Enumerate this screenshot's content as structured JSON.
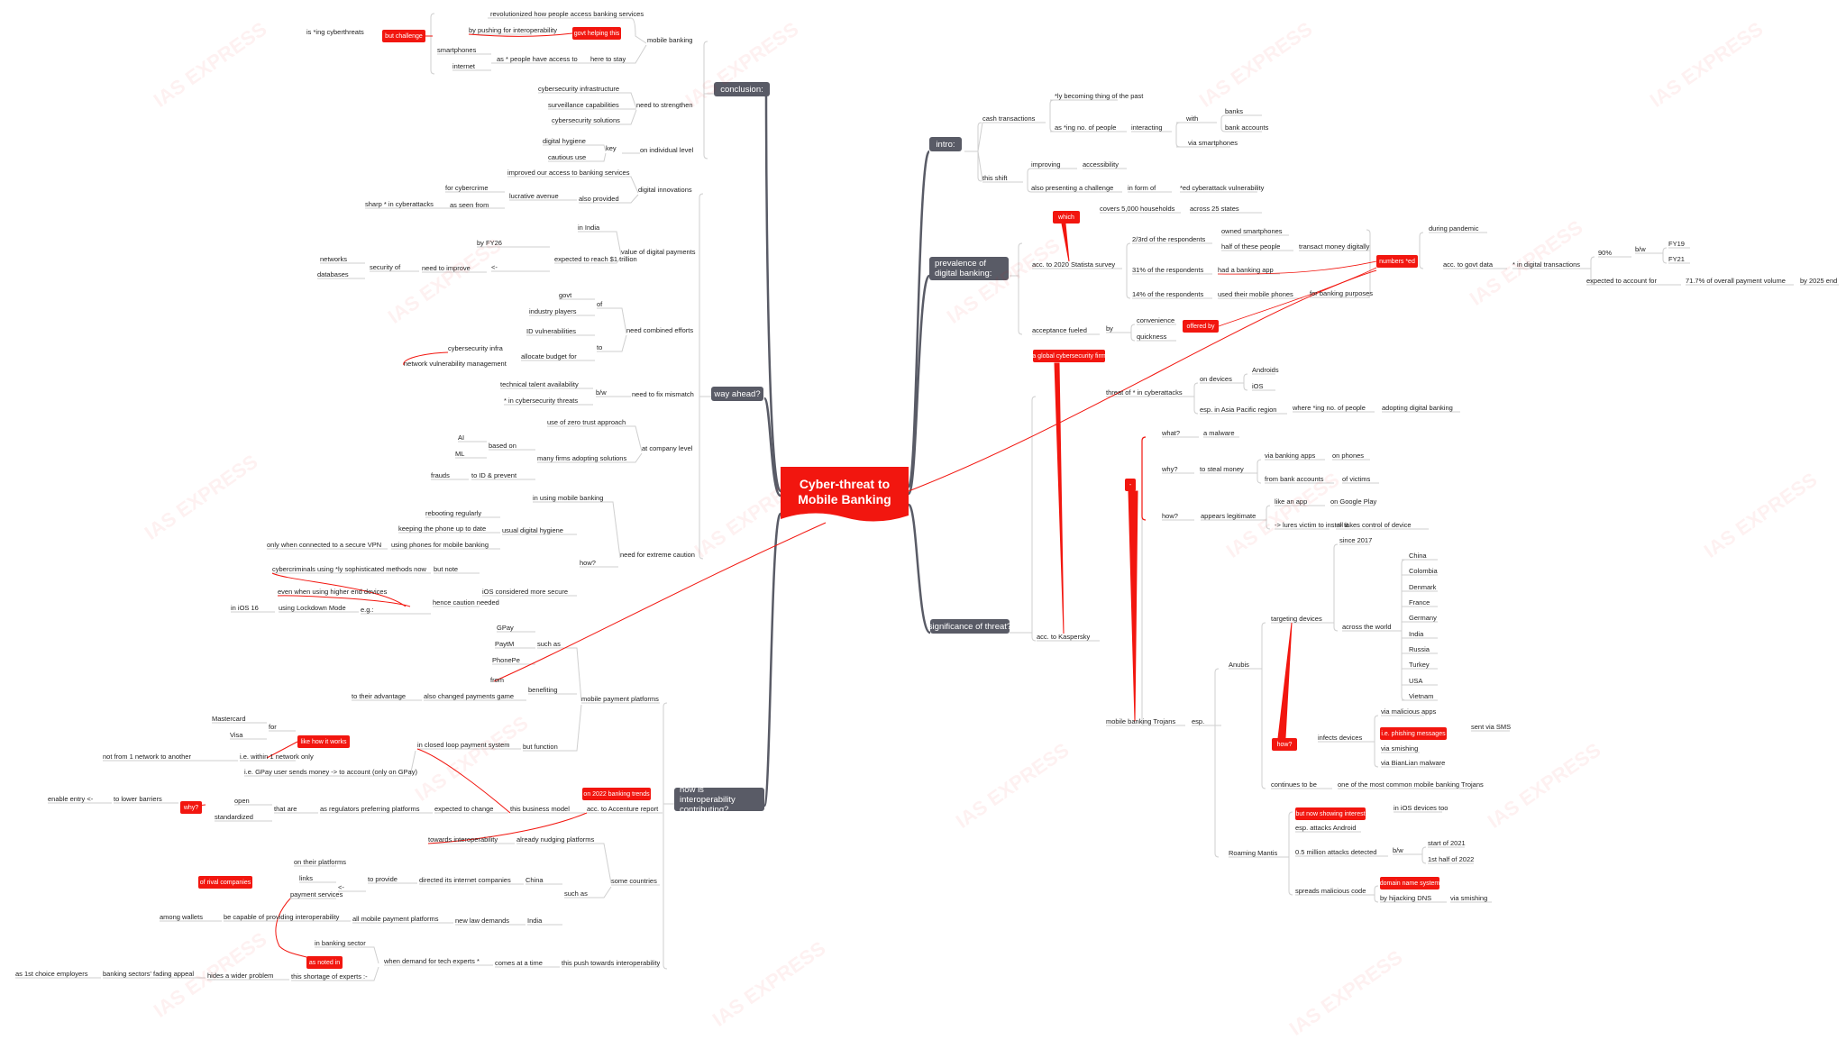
{
  "root": "Cyber-threat to\nMobile Banking",
  "watermark": "IAS EXPRESS",
  "colors": {
    "branch": "#595b66",
    "highlight": "#f2160f",
    "line": "#cfcfcf",
    "text": "#222222"
  },
  "nodes": {
    "r_conclusion": "conclusion:",
    "r_way_ahead": "way ahead?",
    "r_interop": "how is interoperability contributing?",
    "r_intro": "intro:",
    "r_prevalence": "prevalence of digital banking:",
    "r_significance": "significance of threat?",
    "c_mobile_banking": "mobile banking",
    "c_revolutionized": "revolutionized how people access banking services",
    "c_pushing": "by pushing for interoperability",
    "c_govt_helping": "govt helping this",
    "c_here_to_stay": "here to stay",
    "c_as_people": "as * people have access to",
    "c_smartphones": "smartphones",
    "c_internet": "internet",
    "c_but_challenge": "but challenge",
    "c_ing_cyber": "is *ing cyberthreats",
    "c_need_strengthen": "need to strengthen",
    "c_cyber_infra": "cybersecurity infrastructure",
    "c_surveillance": "surveillance capabilities",
    "c_cyber_solutions": "cybersecurity solutions",
    "c_on_individual": "on individual level",
    "c_key": "key",
    "c_digital_hygiene": "digital hygiene",
    "c_cautious": "cautious use",
    "w_digital_innov": "digital innovations",
    "w_improved_access": "improved our access to banking services",
    "w_also_provided": "also provided",
    "w_lucrative": "lucrative avenue",
    "w_for_cybercrime": "for cybercrime",
    "w_as_seen_from": "as seen from",
    "w_sharp": "sharp * in cyberattacks",
    "w_value_digital": "value of digital payments",
    "w_in_india": "in India",
    "w_expected": "expected to reach $1 trillion",
    "w_by_fy26": "by FY26",
    "w_arrow1": "<-",
    "w_need_improve": "need to improve",
    "w_security_of": "security of",
    "w_networks": "networks",
    "w_databases": "databases",
    "w_need_combined": "need combined efforts",
    "w_of": "of",
    "w_govt": "govt",
    "w_industry": "industry players",
    "w_to": "to",
    "w_id_vuln": "ID vulnerabilities",
    "w_allocate": "allocate budget for",
    "w_cyber_infra": "cybersecurity infra",
    "w_network_vuln": "network vulnerability management",
    "w_need_fix": "need to fix mismatch",
    "w_bw": "b/w",
    "w_tech_talent": "technical talent availability",
    "w_in_cyber_threats": "* in cybersecurity threats",
    "w_at_company": "at company level",
    "w_zero_trust": "use of zero trust approach",
    "w_many_firms": "many firms adopting solutions",
    "w_based_on": "based on",
    "w_ai": "AI",
    "w_ml": "ML",
    "w_to_id": "to ID & prevent",
    "w_frauds": "frauds",
    "w_need_extreme": "need for extreme caution",
    "w_in_using": "in using mobile banking",
    "w_how": "how?",
    "w_usual_hygiene": "usual digital hygiene",
    "w_rebooting": "rebooting regularly",
    "w_keeping": "keeping the phone up to date",
    "w_using_phones": "using phones for mobile banking",
    "w_only_vpn": "only when connected to a secure VPN",
    "w_ios_secure": "iOS considered more secure",
    "w_but_note": "but note",
    "w_cybercriminals": "cybercriminals using *ly sophisticated methods now",
    "w_hence_caution": "hence caution needed",
    "w_even_higher": "even when using higher end devices",
    "w_eg": "e.g.:",
    "w_lockdown": "using Lockdown Mode",
    "w_ios16": "in iOS 16",
    "i_mobile_pay": "mobile payment platforms",
    "i_such_as": "such as",
    "i_gpay": "GPay",
    "i_paytm": "PaytM",
    "i_phonepe": "PhonePe",
    "i_from": "from",
    "i_benefiting": "benefiting",
    "i_changed_game": "also changed payments game",
    "i_to_advantage": "to their advantage",
    "i_but_function": "but function",
    "i_closed_loop": "in closed loop payment system",
    "i_like_how": "like how it works",
    "i_for": "for",
    "i_mastercard": "Mastercard",
    "i_visa": "Visa",
    "i_within_1": "i.e. within 1 network only",
    "i_not_from": "not from 1 network to another",
    "i_ie_gpay": "i.e. GPay user sends money -> to account (only on GPay)",
    "i_acc_accenture": "acc. to Accenture report",
    "i_on_2022": "on 2022 banking trends",
    "i_this_model": "this business model",
    "i_expected_change": "expected to change",
    "i_as_regulators": "as regulators preferring platforms",
    "i_that_are": "that are",
    "i_open": "open",
    "i_standardized": "standardized",
    "i_why": "why?",
    "i_to_lower": "to lower barriers",
    "i_enable_entry": "enable entry <-",
    "i_some_countries": "some countries",
    "i_already_nudging": "already nudging platforms",
    "i_towards_interop": "towards interoperability",
    "i_such_as2": "such as",
    "i_china": "China",
    "i_directed": "directed its internet companies",
    "i_to_provide": "to provide",
    "i_arrow2": "<-",
    "i_on_platforms": "on their platforms",
    "i_links": "links",
    "i_payment_services": "payment services",
    "i_of_rival": "of rival companies",
    "i_india": "India",
    "i_new_law": "new law demands",
    "i_all_mobile": "all mobile payment platforms",
    "i_be_capable": "be capable of providing interoperability",
    "i_among_wallets": "among wallets",
    "i_this_push": "this push towards interoperability",
    "i_comes_at": "comes at a time",
    "i_when_demand": "when demand for tech experts *",
    "i_in_banking_sector": "in banking sector",
    "i_shortage": "this shortage of experts :-",
    "i_as_noted": "as noted in",
    "i_hides_wider": "hides a wider problem",
    "i_fading": "banking sectors' fading appeal",
    "i_as_1st": "as 1st choice employers",
    "n_cash": "cash transactions",
    "n_becoming": "*ly becoming thing of the past",
    "n_as_ing_people": "as *ing no. of people",
    "n_interacting": "interacting",
    "n_with": "with",
    "n_banks": "banks",
    "n_bank_accounts": "bank accounts",
    "n_via_smartphones": "via smartphones",
    "n_this_shift": "this shift",
    "n_improving": "improving",
    "n_accessibility": "accessibility",
    "n_also_challenge": "also presenting a challenge",
    "n_in_form": "in form of",
    "n_ed_cyberattack": "*ed cyberattack vulnerability",
    "p_acc_statista": "acc. to 2020 Statista survey",
    "p_which": "which",
    "p_covers": "covers 5,000 households",
    "p_across_25": "across 25 states",
    "p_two_thirds": "2/3rd of the respondents",
    "p_owned": "owned smartphones",
    "p_half": "half of these people",
    "p_transact": "transact money digitally",
    "p_31": "31% of the respondents",
    "p_had_app": "had a banking app",
    "p_14": "14% of the respondents",
    "p_used_phones": "used their mobile phones",
    "p_for_banking": "for banking purposes",
    "p_numbers_ed": "numbers *ed",
    "p_during_pandemic": "during pandemic",
    "p_acc_govt": "acc. to govt data",
    "p_in_digital_tx": "* in digital transactions",
    "p_90": "90%",
    "p_bw": "b/w",
    "p_fy19": "FY19",
    "p_fy21": "FY21",
    "p_expected_account": "expected to account for",
    "p_71_7": "71.7% of overall payment volume",
    "p_by_2025": "by 2025 end",
    "p_acceptance": "acceptance fueled",
    "p_by": "by",
    "p_convenience": "convenience",
    "p_quickness": "quickness",
    "p_offered_by": "offered by",
    "s_acc_kaspersky": "acc. to Kaspersky",
    "s_global_firm": "a global cybersecurity firm",
    "s_threat_of": "threat of * in cyberattacks",
    "s_on_devices": "on devices",
    "s_androids": "Androids",
    "s_ios": "iOS",
    "s_esp_apac": "esp. in Asia Pacific region",
    "s_where_ing": "where *ing no. of people",
    "s_adopting": "adopting digital banking",
    "s_dash": "-",
    "s_what": "what?",
    "s_malware": "a malware",
    "s_why": "why?",
    "s_to_steal": "to steal money",
    "s_via_apps": "via banking apps",
    "s_on_phones": "on phones",
    "s_from_accounts": "from bank accounts",
    "s_of_victims": "of victims",
    "s_how": "how?",
    "s_appears": "appears legitimate",
    "s_like_app": "like an app",
    "s_on_google": "on Google Play",
    "s_lures": "-> lures victim to install it",
    "s_takes_control": "-> takes control of device",
    "s_trojans": "mobile banking Trojans",
    "s_esp": "esp.",
    "s_anubis": "Anubis",
    "s_targeting": "targeting devices",
    "s_since_2017": "since 2017",
    "s_across_world": "across the world",
    "s_c1": "China",
    "s_c2": "Colombia",
    "s_c3": "Denmark",
    "s_c4": "France",
    "s_c5": "Germany",
    "s_c6": "India",
    "s_c7": "Russia",
    "s_c8": "Turkey",
    "s_c9": "USA",
    "s_c10": "Vietnam",
    "s_how2": "how?",
    "s_infects": "infects devices",
    "s_via_malicious": "via malicious apps",
    "s_phishing": "i.e. phishing messages",
    "s_sent_sms": "sent via SMS",
    "s_via_smishing": "via smishing",
    "s_via_bianlian": "via BianLian malware",
    "s_continues": "continues to be",
    "s_one_most": "one of the most common mobile banking Trojans",
    "s_roaming": "Roaming Mantis",
    "s_but_now": "but now showing interest",
    "s_in_ios_too": "in iOS devices too",
    "s_esp_android": "esp. attacks Android",
    "s_half_million": "0.5 million attacks detected",
    "s_bw": "b/w",
    "s_start_2021": "start of 2021",
    "s_1st_half": "1st half of 2022",
    "s_spreads": "spreads malicious code",
    "s_domain": "domain name system",
    "s_hijacking": "by hijacking DNS",
    "s_via_smishing2": "via smishing"
  }
}
